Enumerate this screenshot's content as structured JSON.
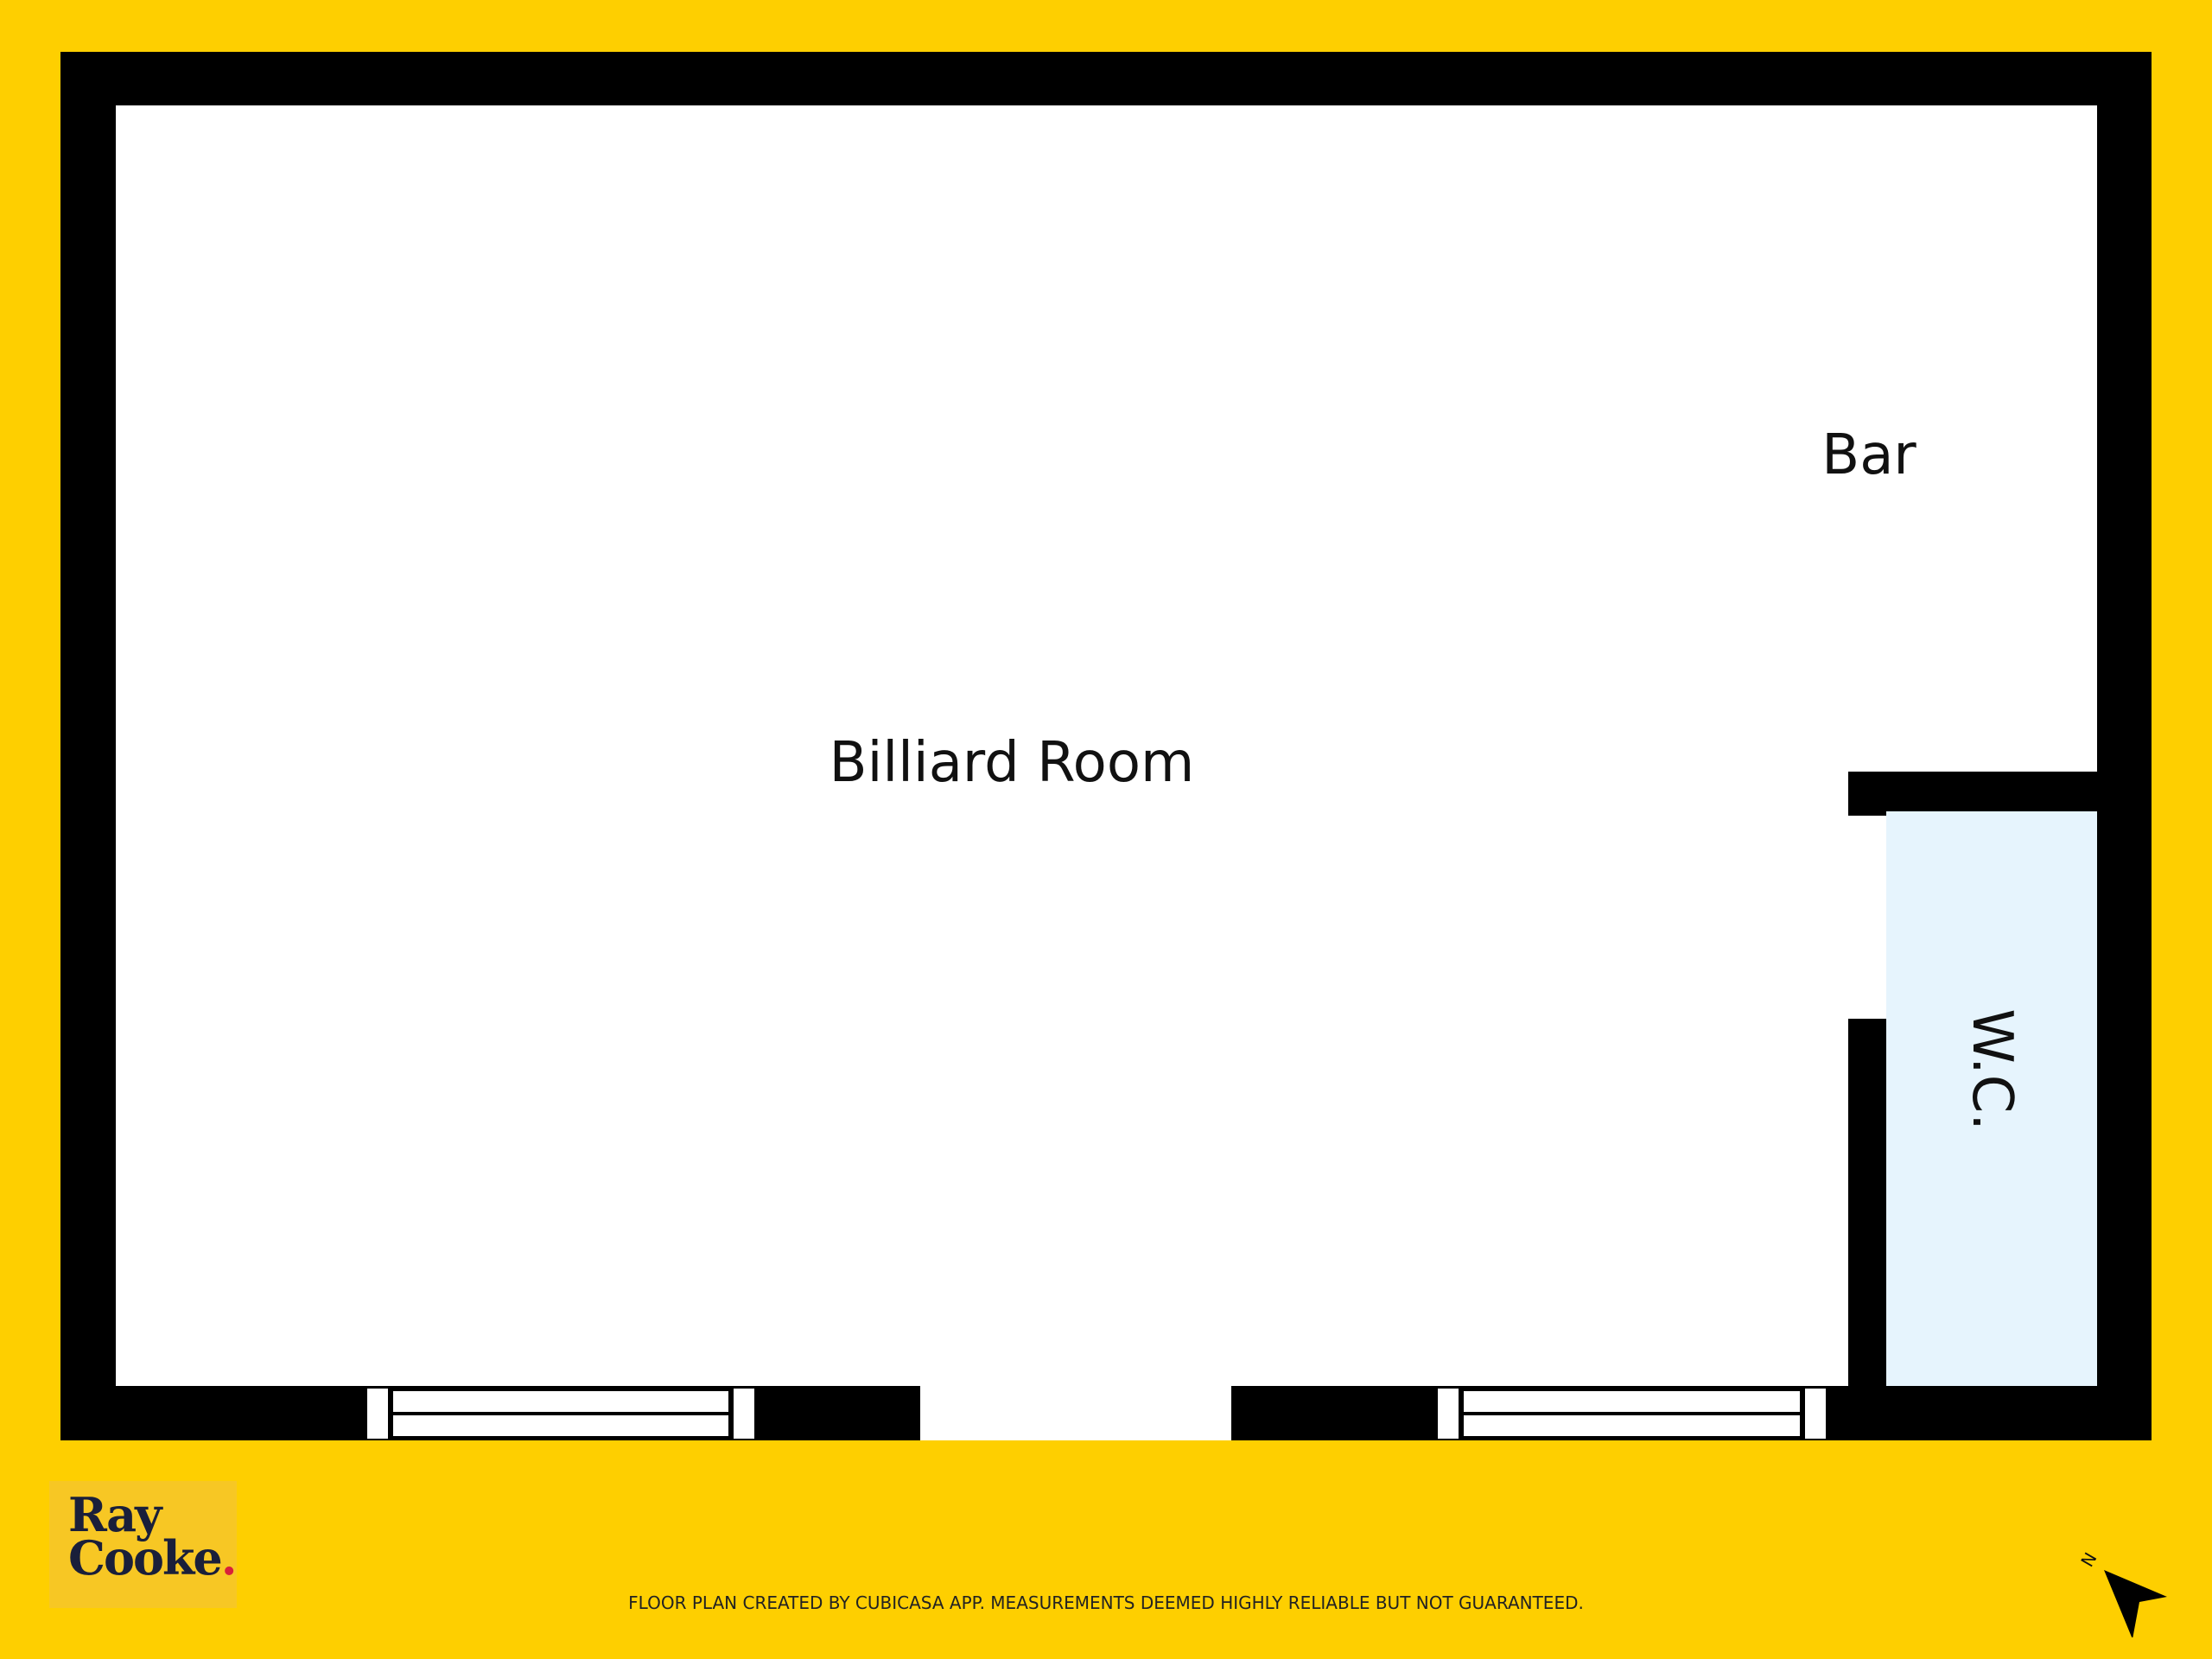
{
  "rooms": {
    "billiard": "Billiard Room",
    "bar": "Bar",
    "wc": "W.C."
  },
  "footer": "FLOOR PLAN CREATED BY CUBICASA APP. MEASUREMENTS DEEMED HIGHLY RELIABLE BUT NOT GUARANTEED.",
  "logo": {
    "line1": "Ray",
    "line2": "Cooke",
    "dot": "."
  },
  "compass": {
    "label": "N"
  },
  "colors": {
    "background": "#fecf00",
    "wall": "#000000",
    "wc_fill": "#e6f4fd",
    "logo_text": "#1a1f3a",
    "logo_dot": "#d8203a"
  }
}
